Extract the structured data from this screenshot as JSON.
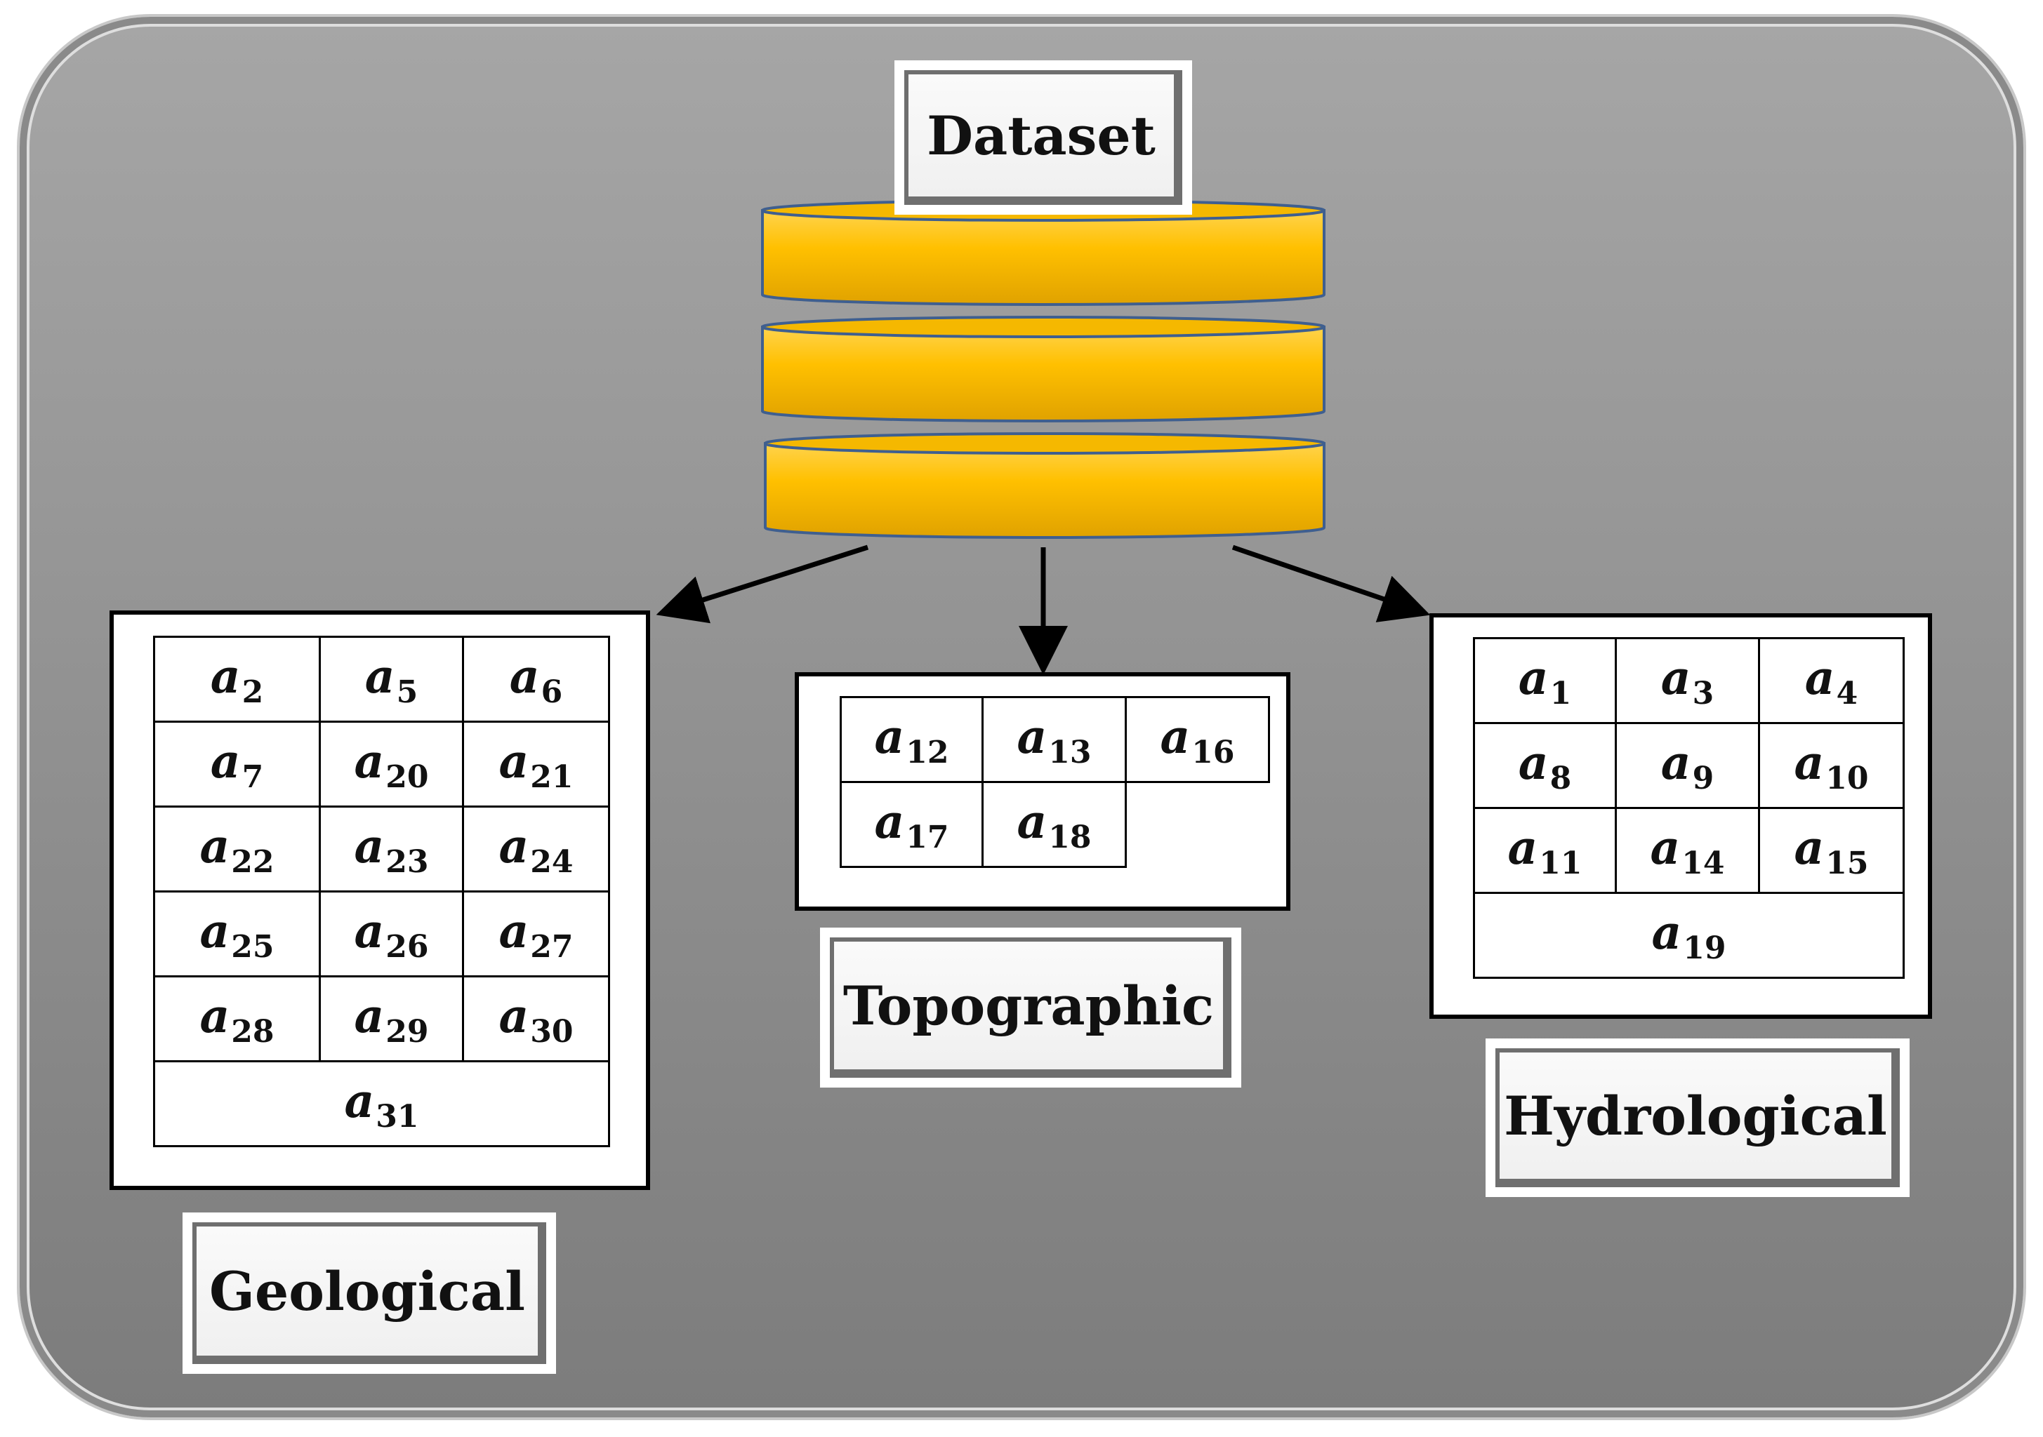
{
  "title": "Dataset",
  "database_icon": "database-cylinder-icon",
  "colors": {
    "disk_fill": "#ffc000",
    "disk_edge": "#3f5f8f",
    "panel": "#8f8f8f"
  },
  "groups": [
    {
      "name": "Geological",
      "cells": [
        [
          "a",
          "2"
        ],
        [
          "a",
          "5"
        ],
        [
          "a",
          "6"
        ],
        [
          "a",
          "7"
        ],
        [
          "a",
          "20"
        ],
        [
          "a",
          "21"
        ],
        [
          "a",
          "22"
        ],
        [
          "a",
          "23"
        ],
        [
          "a",
          "24"
        ],
        [
          "a",
          "25"
        ],
        [
          "a",
          "26"
        ],
        [
          "a",
          "27"
        ],
        [
          "a",
          "28"
        ],
        [
          "a",
          "29"
        ],
        [
          "a",
          "30"
        ],
        [
          "a",
          "31"
        ]
      ]
    },
    {
      "name": "Topographic",
      "cells": [
        [
          "a",
          "12"
        ],
        [
          "a",
          "13"
        ],
        [
          "a",
          "16"
        ],
        [
          "a",
          "17"
        ],
        [
          "a",
          "18"
        ]
      ]
    },
    {
      "name": "Hydrological",
      "cells": [
        [
          "a",
          "1"
        ],
        [
          "a",
          "3"
        ],
        [
          "a",
          "4"
        ],
        [
          "a",
          "8"
        ],
        [
          "a",
          "9"
        ],
        [
          "a",
          "10"
        ],
        [
          "a",
          "11"
        ],
        [
          "a",
          "14"
        ],
        [
          "a",
          "15"
        ],
        [
          "a",
          "19"
        ]
      ]
    }
  ]
}
